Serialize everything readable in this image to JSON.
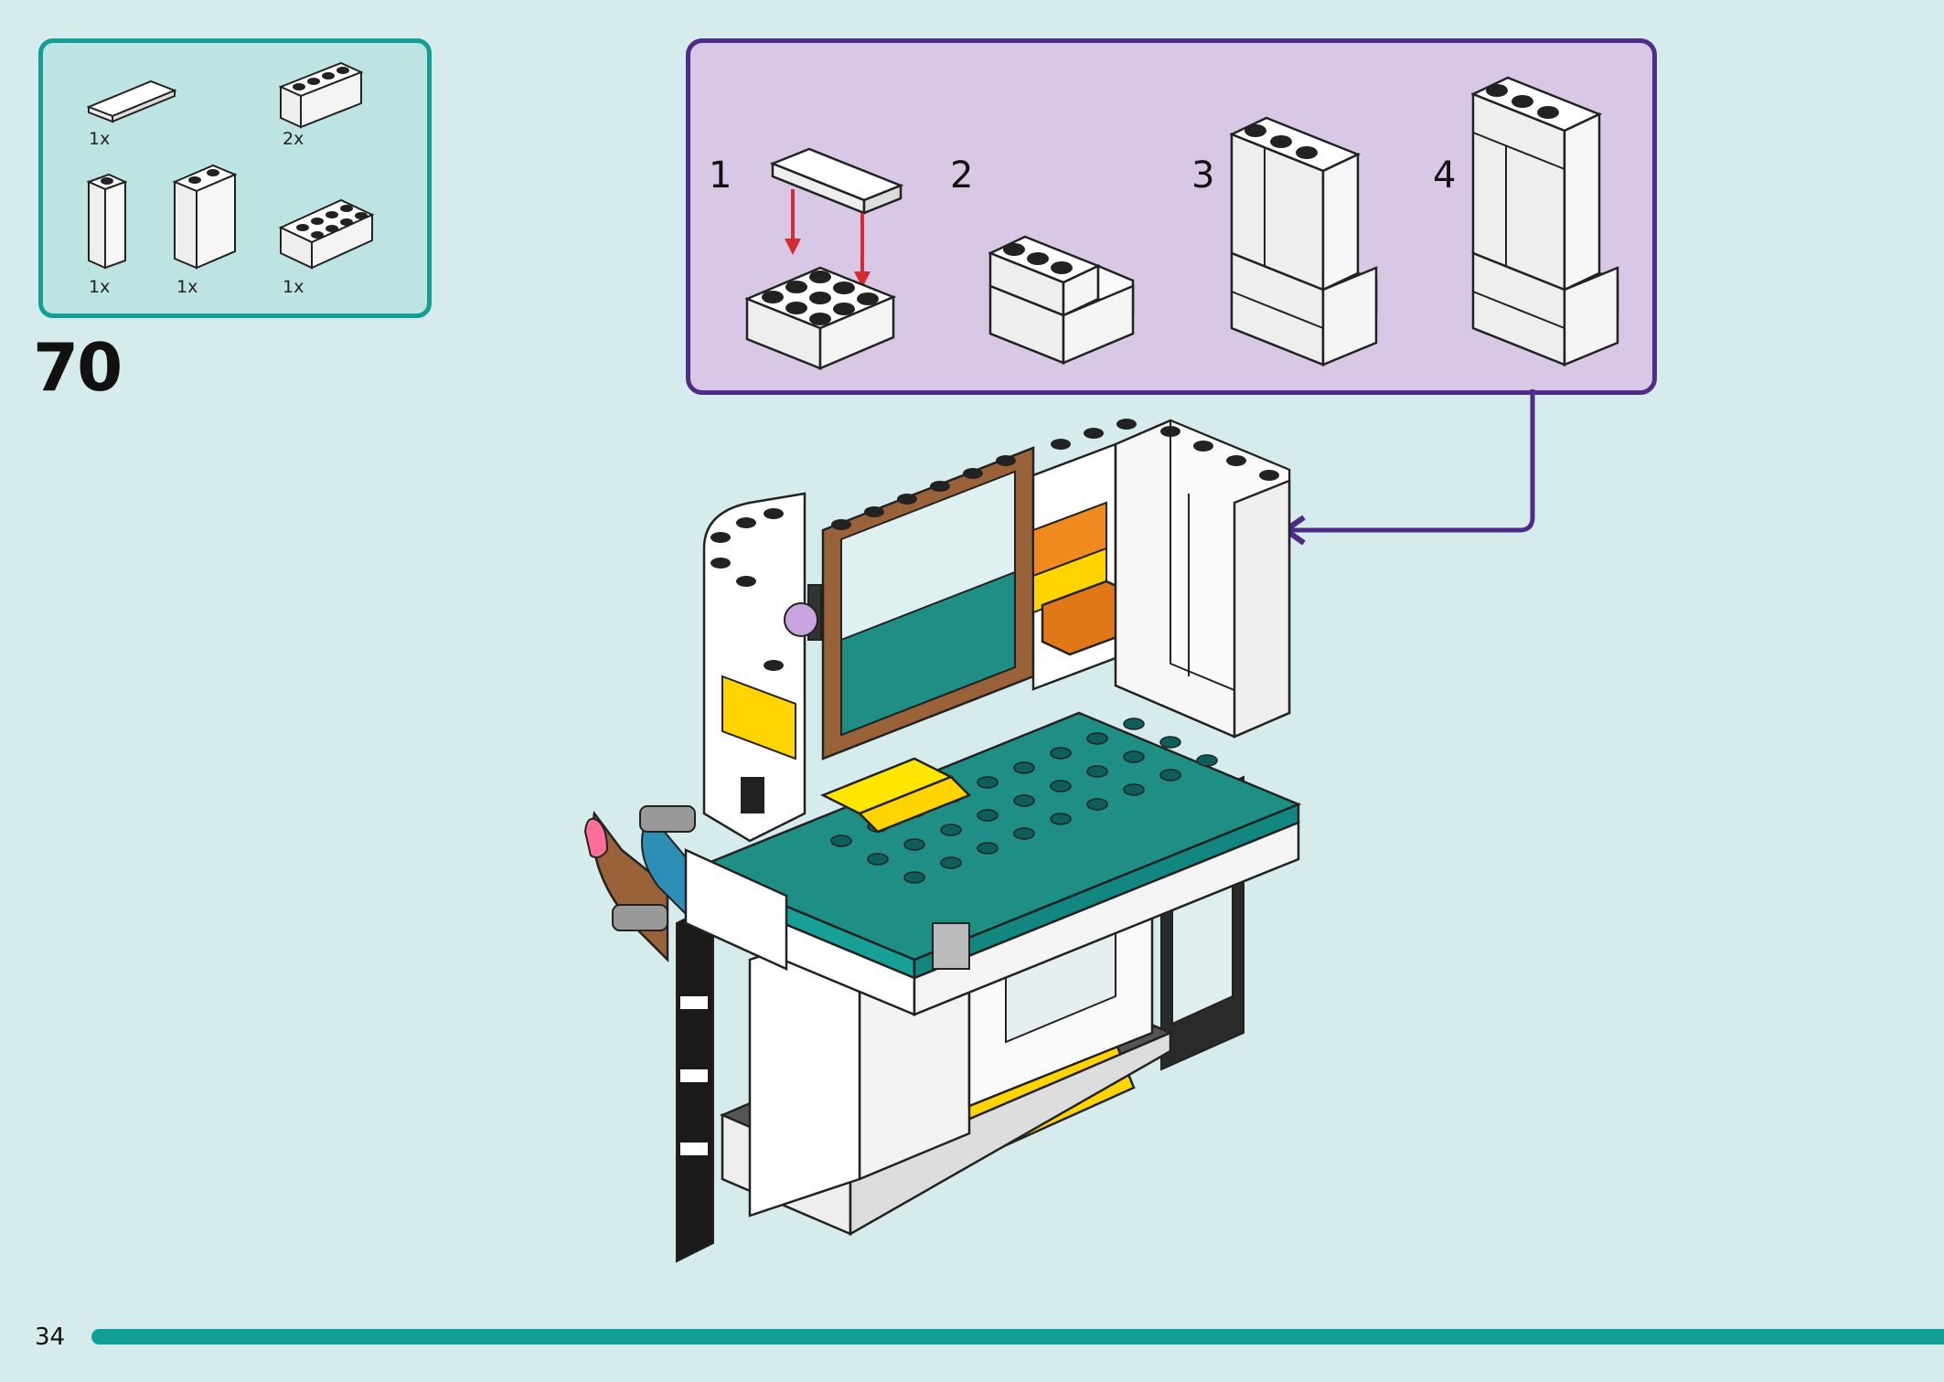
{
  "step": {
    "number": "70"
  },
  "parts_list": {
    "items": [
      {
        "name": "white-tile-1x4",
        "qty": "1x"
      },
      {
        "name": "white-brick-1x4",
        "qty": "2x"
      },
      {
        "name": "white-brick-1x1x3",
        "qty": "1x"
      },
      {
        "name": "white-brick-1x2x3",
        "qty": "1x"
      },
      {
        "name": "white-brick-2x4",
        "qty": "1x"
      }
    ]
  },
  "sub_steps": [
    {
      "label": "1"
    },
    {
      "label": "2"
    },
    {
      "label": "3"
    },
    {
      "label": "4"
    }
  ],
  "footer": {
    "page_number": "34"
  },
  "colors": {
    "background": "#d6ecec",
    "parts_panel": "#bde3e3",
    "parts_border": "#159e96",
    "sub_panel": "#d9c8e5",
    "sub_border": "#4f2b8a",
    "progress": "#10a096",
    "arrow_red": "#d62b35",
    "plate_teal": "#1f8f86",
    "yellow": "#ffd400",
    "brown": "#9a6238",
    "orange": "#f08a1e"
  }
}
